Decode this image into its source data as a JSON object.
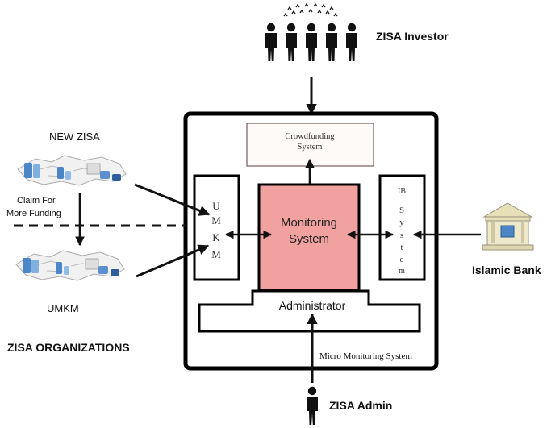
{
  "actors": {
    "investor_label": "ZISA Investor",
    "admin_label": "ZISA Admin",
    "bank_label": "Islamic Bank"
  },
  "organizations": {
    "new_zisa_label": "NEW ZISA",
    "claim_line1": "Claim For",
    "claim_line2": "More Funding",
    "umkm_label": "UMKM",
    "group_label": "ZISA ORGANIZATIONS"
  },
  "system": {
    "crowdfunding_line1": "Crowdfunding",
    "crowdfunding_line2": "System",
    "umkm_letters": [
      "U",
      "M",
      "K",
      "M"
    ],
    "monitoring_line1": "Monitoring",
    "monitoring_line2": "System",
    "ib_letters": [
      "IB",
      "S",
      "y",
      "s",
      "t",
      "e",
      "m"
    ],
    "administrator_label": "Administrator",
    "outer_label": "Micro Monitoring System"
  },
  "colors": {
    "monitoring_fill": "#f2a1a1",
    "bank_icon": "#d9d2a8",
    "screen_icon": "#4d86c6"
  }
}
